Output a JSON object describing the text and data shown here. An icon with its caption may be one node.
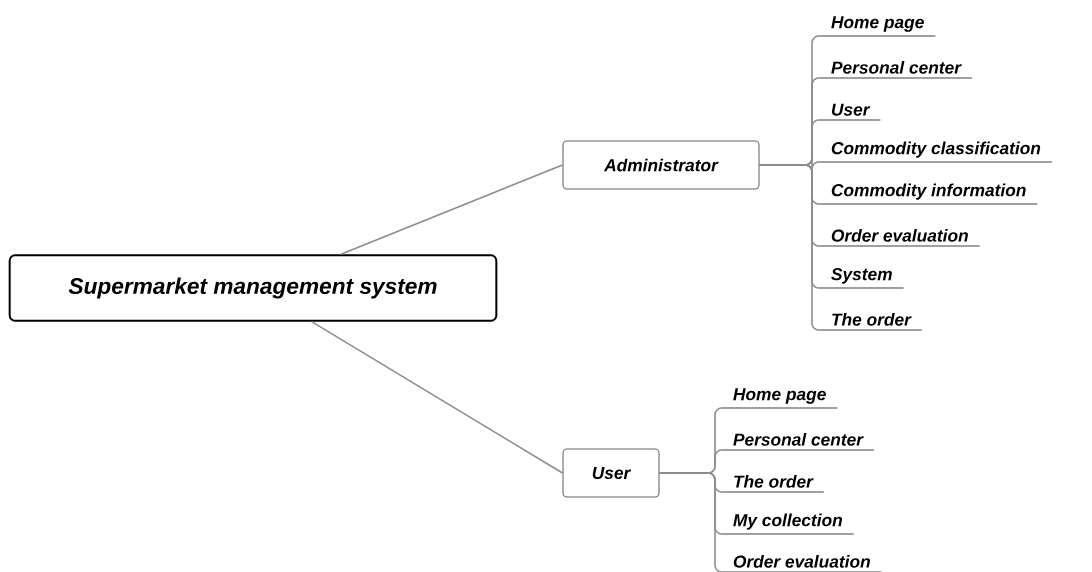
{
  "diagram": {
    "nodes": [
      {
        "text": [
          "Supermarket management system"
        ]
      },
      {
        "text": [
          "Administrator"
        ]
      },
      {
        "text": [
          "Home page"
        ]
      },
      {
        "text": [
          "Personal center"
        ]
      },
      {
        "text": [
          "User"
        ]
      },
      {
        "text": [
          "Commodity classification"
        ]
      },
      {
        "text": [
          "Commodity information"
        ]
      },
      {
        "text": [
          "Order evaluation"
        ]
      },
      {
        "text": [
          "System"
        ]
      },
      {
        "text": [
          "The order"
        ]
      },
      {
        "text": [
          "User"
        ]
      },
      {
        "text": [
          "Home page"
        ]
      },
      {
        "text": [
          "Personal center"
        ]
      },
      {
        "text": [
          "The order"
        ]
      },
      {
        "text": [
          "My collection"
        ]
      },
      {
        "text": [
          "Order evaluation"
        ]
      }
    ],
    "edges": [
      {
        "from": 0,
        "to": 1,
        "arrow": "none"
      },
      {
        "from": 0,
        "to": 10,
        "arrow": "none"
      },
      {
        "from": 1,
        "to": 2,
        "arrow": "none"
      },
      {
        "from": 1,
        "to": 3,
        "arrow": "none"
      },
      {
        "from": 1,
        "to": 4,
        "arrow": "none"
      },
      {
        "from": 1,
        "to": 5,
        "arrow": "none"
      },
      {
        "from": 1,
        "to": 6,
        "arrow": "none"
      },
      {
        "from": 1,
        "to": 7,
        "arrow": "none"
      },
      {
        "from": 1,
        "to": 8,
        "arrow": "none"
      },
      {
        "from": 1,
        "to": 9,
        "arrow": "none"
      },
      {
        "from": 10,
        "to": 11,
        "arrow": "none"
      },
      {
        "from": 10,
        "to": 12,
        "arrow": "none"
      },
      {
        "from": 10,
        "to": 13,
        "arrow": "none"
      },
      {
        "from": 10,
        "to": 14,
        "arrow": "none"
      },
      {
        "from": 10,
        "to": 15,
        "arrow": "none"
      }
    ]
  }
}
